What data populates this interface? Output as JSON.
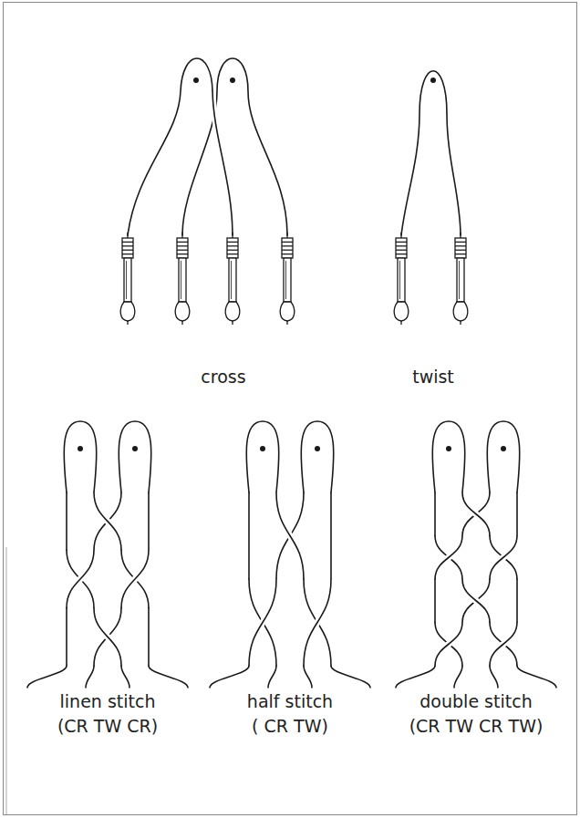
{
  "diagram": {
    "labels": [
      "cross",
      "twist",
      "linen stitch",
      "(CR TW CR)",
      "half stitch",
      "( CR TW)",
      "double stitch",
      "(CR TW CR TW)"
    ]
  }
}
